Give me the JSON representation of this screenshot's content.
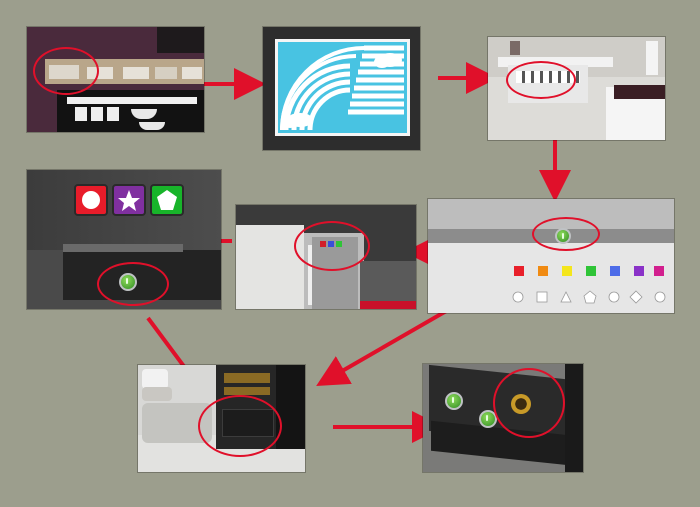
{
  "guide": {
    "title": "",
    "steps": [
      {
        "id": 1,
        "scene": "kitchen-shelf",
        "hint_target": "cabinet-shelf-item"
      },
      {
        "id": 2,
        "scene": "rainbow-drawing",
        "hint_target": "drawing-board"
      },
      {
        "id": 3,
        "scene": "desk-drawers",
        "hint_target": "drawer-buttons"
      },
      {
        "id": 4,
        "scene": "color-shape-panel",
        "hint_target": "green-button"
      },
      {
        "id": 5,
        "scene": "fridge",
        "hint_target": "fridge-color-lights"
      },
      {
        "id": 6,
        "scene": "shape-symbols",
        "hint_target": "green-button"
      },
      {
        "id": 7,
        "scene": "oven-cabinet",
        "hint_target": "cabinet-drawer"
      },
      {
        "id": 8,
        "scene": "open-drawer",
        "hint_target": "gold-emblem"
      }
    ],
    "shape_symbols": [
      "circle",
      "star",
      "pentagon"
    ],
    "color_pegs": [
      "#e8202a",
      "#f08a12",
      "#f4e61c",
      "#2fc437",
      "#4d6ce8",
      "#8a32c8",
      "#d21f8e"
    ],
    "shape_row": [
      "circle",
      "square",
      "triangle",
      "pentagon",
      "circle",
      "diamond",
      "circle"
    ],
    "accent_color": "#e0102a"
  }
}
